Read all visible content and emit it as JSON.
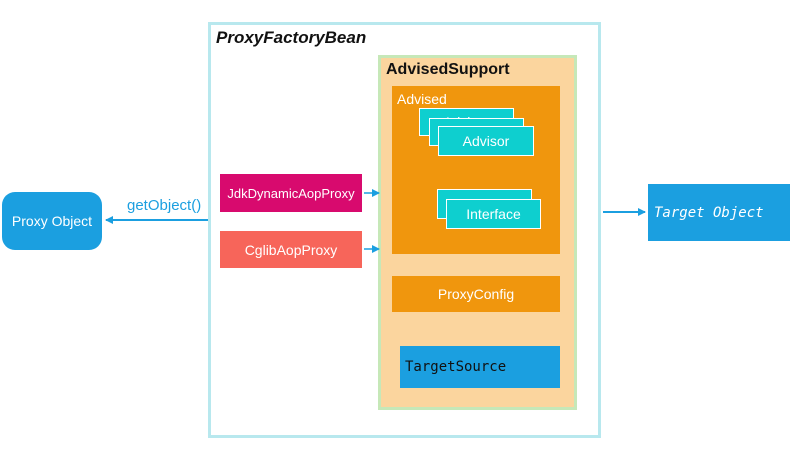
{
  "factory": {
    "title": "ProxyFactoryBean"
  },
  "advised_support": {
    "title": "AdvisedSupport",
    "advised": {
      "title": "Advised",
      "advisors": [
        "Advisor",
        "Advisor",
        "Advisor"
      ],
      "interfaces": [
        "Interface",
        "Interface"
      ]
    },
    "proxy_config": "ProxyConfig",
    "target_source": "TargetSource"
  },
  "proxies": {
    "jdk": "JdkDynamicAopProxy",
    "cglib": "CglibAopProxy"
  },
  "proxy_object": "Proxy Object",
  "target_object": "Target Object",
  "get_object_label": "getObject()",
  "colors": {
    "accent_blue": "#1b9fe0",
    "orange": "#f0960d",
    "cyan": "#0ecfcf",
    "magenta": "#d80a6e",
    "salmon": "#f7655a",
    "peach": "#fbd59e"
  }
}
